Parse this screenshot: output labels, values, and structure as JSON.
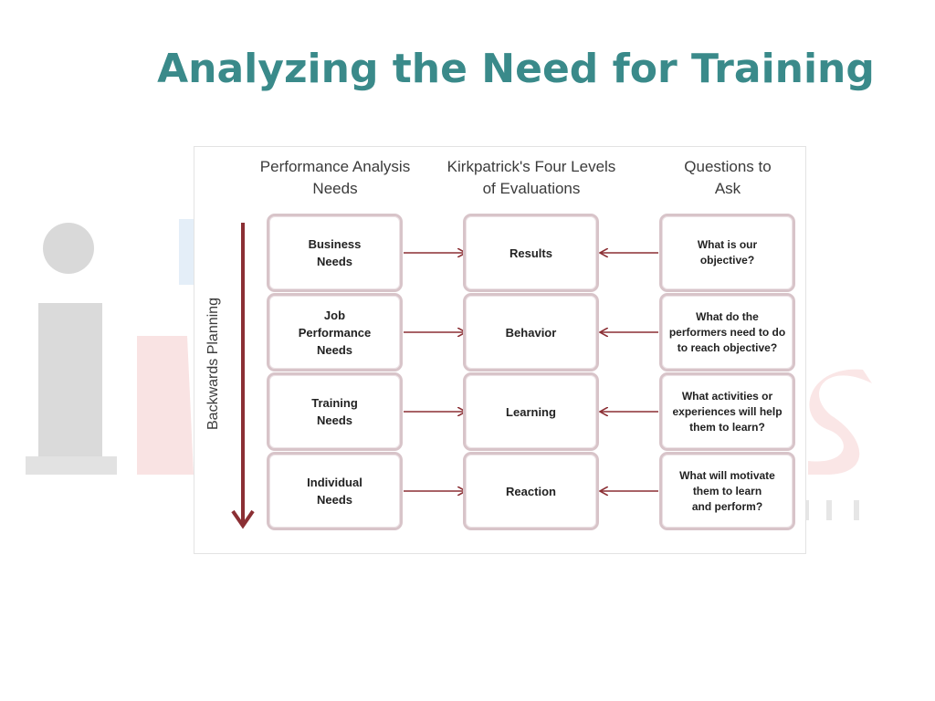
{
  "title": "Analyzing the Need for Training",
  "diagram": {
    "headers": {
      "performance": "Performance Analysis\nNeeds",
      "kirkpatrick": "Kirkpatrick's Four Levels\nof Evaluations",
      "questions": "Questions to\nAsk"
    },
    "side_label": "Backwards Planning",
    "rows": [
      {
        "need": "Business\nNeeds",
        "level": "Results",
        "question": "What is our\nobjective?"
      },
      {
        "need": "Job\nPerformance\nNeeds",
        "level": "Behavior",
        "question": "What do the\nperformers need to do\nto reach objective?"
      },
      {
        "need": "Training\nNeeds",
        "level": "Learning",
        "question": "What activities or\nexperiences will help\nthem to learn?"
      },
      {
        "need": "Individual\nNeeds",
        "level": "Reaction",
        "question": "What will motivate\nthem to learn\nand perform?"
      }
    ],
    "colors": {
      "arrow": "#8b2f34",
      "box_border": "#d8c4c9",
      "title": "#3a8a8a"
    }
  }
}
